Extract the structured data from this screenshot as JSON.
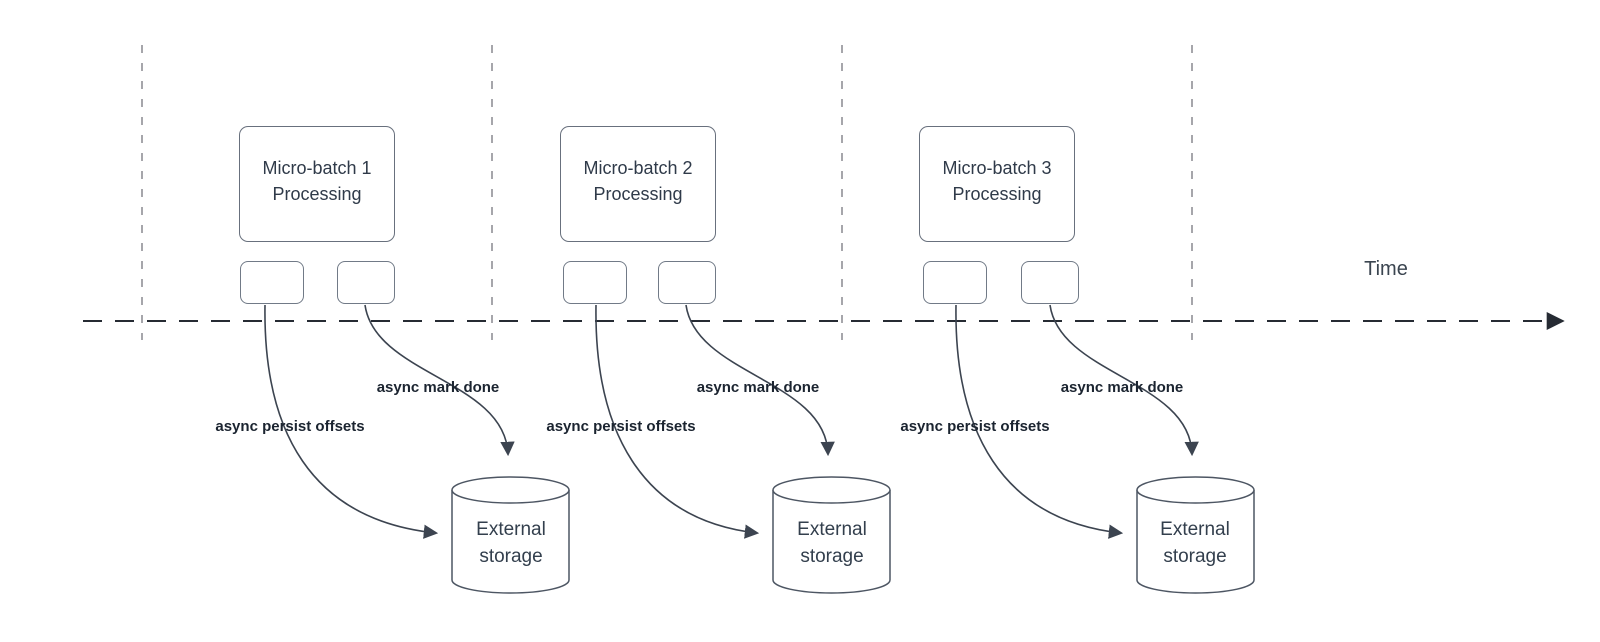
{
  "timeline": {
    "label": "Time"
  },
  "groups": [
    {
      "title": "Micro-batch 1",
      "subtitle": "Processing",
      "persist_label": "async persist offsets",
      "markdone_label": "async mark done",
      "storage_label": "External storage"
    },
    {
      "title": "Micro-batch 2",
      "subtitle": "Processing",
      "persist_label": "async persist offsets",
      "markdone_label": "async mark done",
      "storage_label": "External storage"
    },
    {
      "title": "Micro-batch 3",
      "subtitle": "Processing",
      "persist_label": "async persist offsets",
      "markdone_label": "async mark done",
      "storage_label": "External storage"
    }
  ],
  "palette": {
    "background": "#ffffff",
    "box_border": "#68707d",
    "cylinder_border": "#4d5663",
    "arrow": "#3c4450",
    "timeline": "#262b33",
    "gridline": "#a6a6ab",
    "box_text": "#2f3a49",
    "bold_label_text": "#1b2430"
  }
}
